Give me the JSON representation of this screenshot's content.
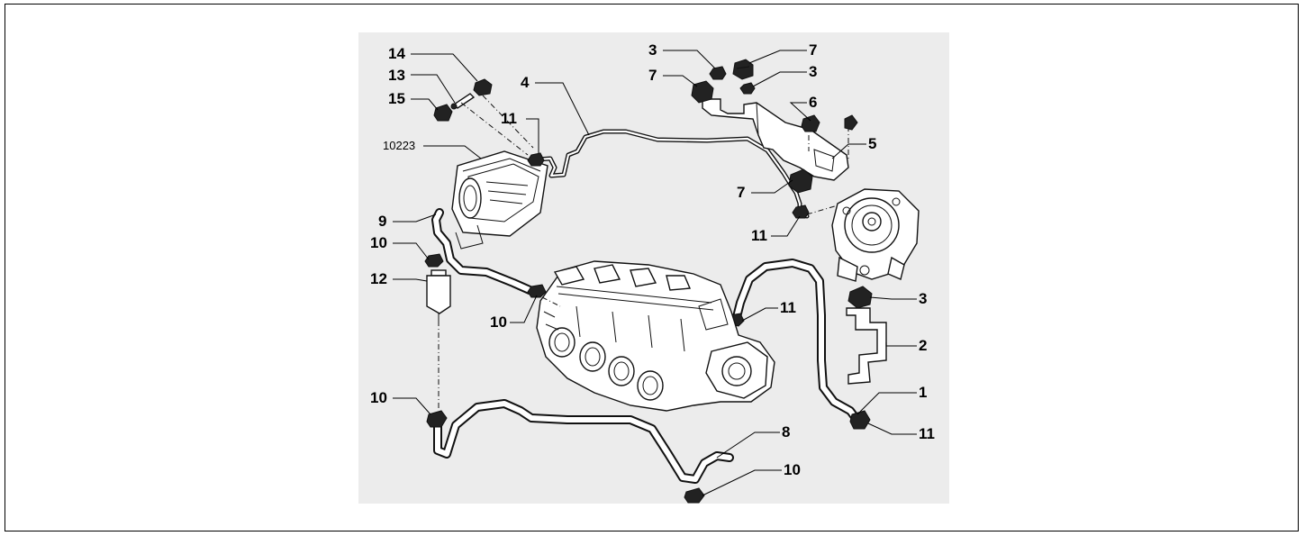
{
  "diagram": {
    "labels": {
      "l14": "14",
      "l13": "13",
      "l15": "15",
      "l11a": "11",
      "l10223": "10223",
      "l4": "4",
      "l3a": "3",
      "l7a": "7",
      "l7b": "7",
      "l3b": "3",
      "l6": "6",
      "l5": "5",
      "l7c": "7",
      "l11b": "11",
      "l9": "9",
      "l10a": "10",
      "l12": "12",
      "l10b": "10",
      "l11c": "11",
      "l3c": "3",
      "l2": "2",
      "l1": "1",
      "l10c": "10",
      "l8": "8",
      "l11d": "11",
      "l10d": "10"
    }
  }
}
